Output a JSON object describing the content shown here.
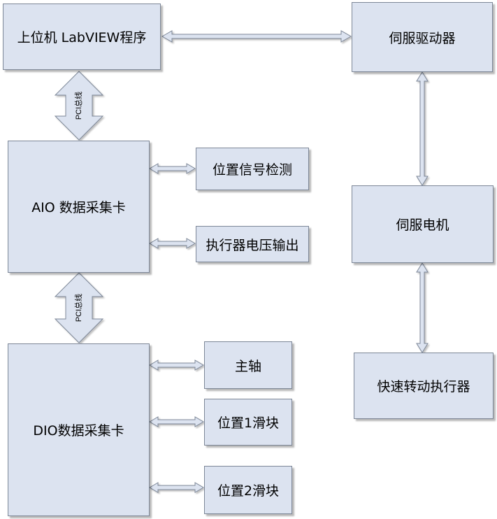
{
  "nodes": {
    "host_labview": "上位机 LabVIEW程序",
    "servo_driver": "伺服驱动器",
    "aio_card": "AIO 数据采集卡",
    "position_detect": "位置信号检测",
    "actuator_voltage": "执行器电压输出",
    "servo_motor": "伺服电机",
    "dio_card": "DIO数据采集卡",
    "spindle": "主轴",
    "slider1": "位置1滑块",
    "slider2": "位置2滑块",
    "fast_actuator": "快速转动执行器"
  },
  "bus_labels": [
    "PCI总线",
    "PCI总线"
  ],
  "colors": {
    "box_fill": "#dce3f0",
    "box_border": "#7d8797",
    "arrow_fill": "#dce3f0",
    "arrow_stroke": "#7d8797"
  }
}
